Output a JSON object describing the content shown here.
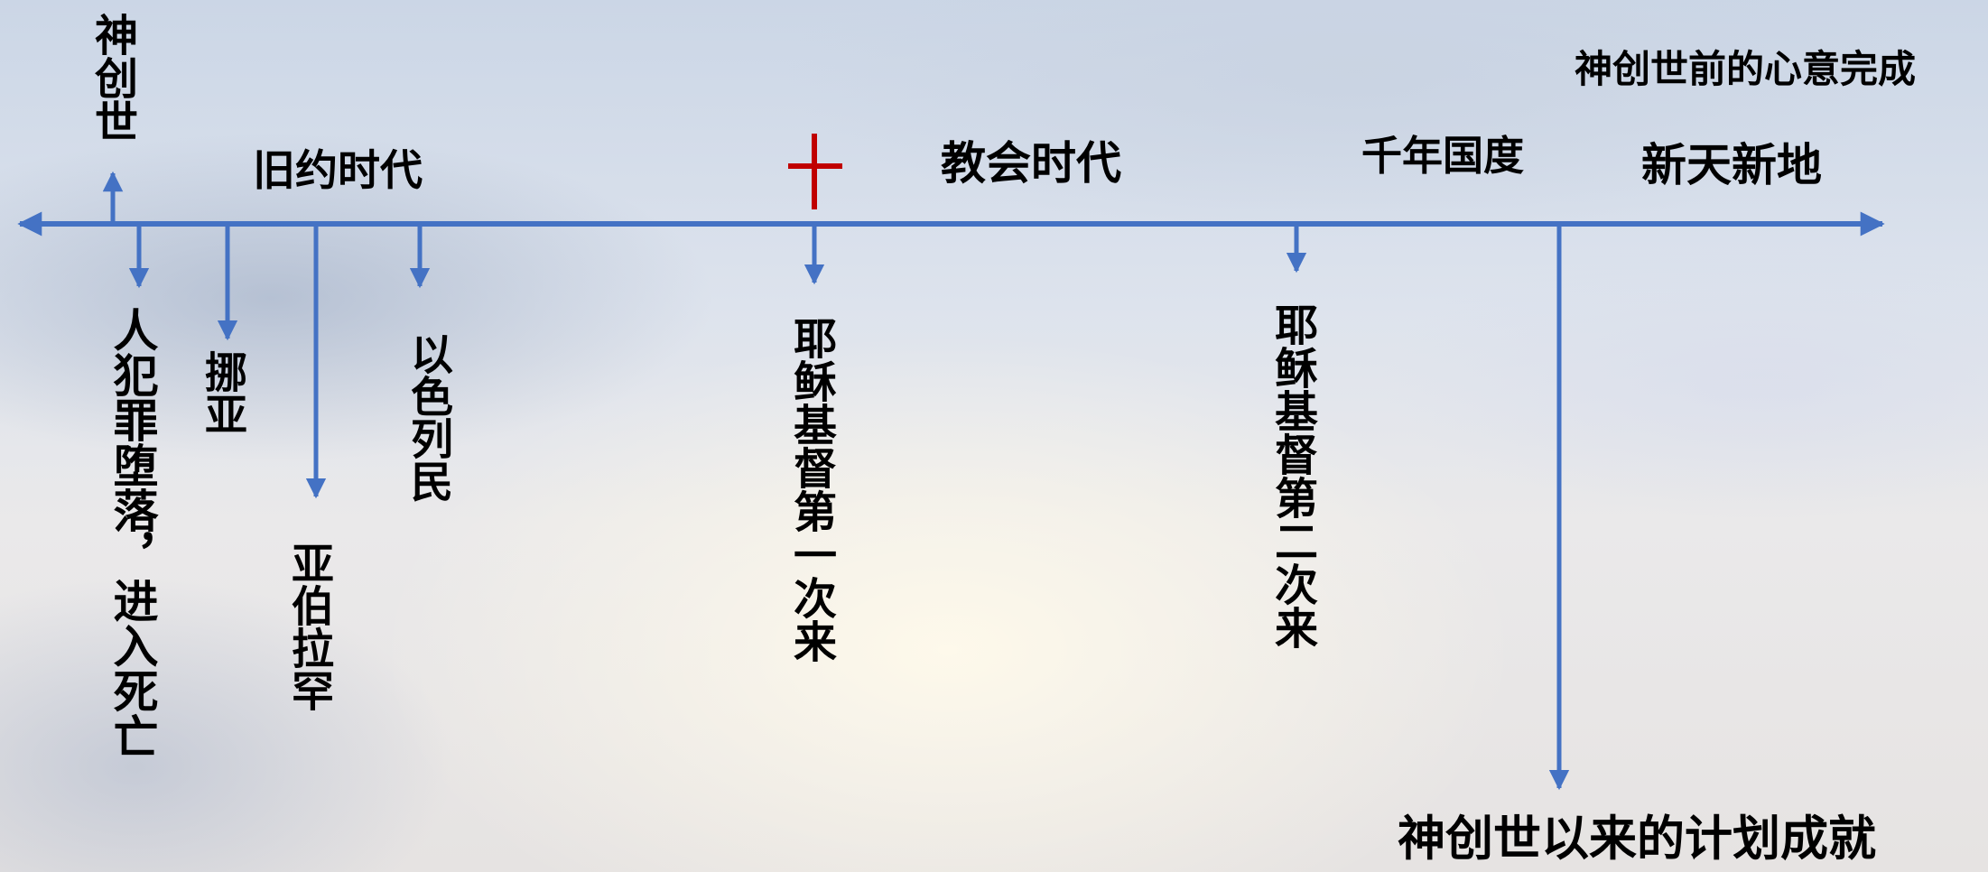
{
  "timeline": {
    "creation": "神创世",
    "old_testament_era": "旧约时代",
    "church_era": "教会时代",
    "millennium": "千年国度",
    "new_heaven_earth": "新天新地",
    "eternal_will": "神创世前的心意完成",
    "plan_fulfilled": "神创世以来的计划成就",
    "events": {
      "fall": "人犯罪堕落，进入死亡",
      "noah": "挪亚",
      "abraham": "亚伯拉罕",
      "israel": "以色列民",
      "first_coming": "耶稣基督第一次来",
      "second_coming": "耶稣基督第二次来"
    }
  },
  "colors": {
    "axis": "#4472c4",
    "cross": "#c00000"
  }
}
